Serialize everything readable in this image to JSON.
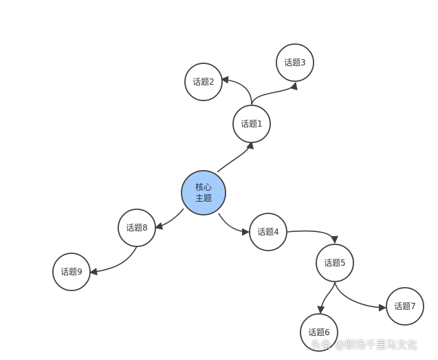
{
  "diagram": {
    "core": {
      "lines": [
        "核心",
        "主题"
      ],
      "fill": "#a5cdfb",
      "stroke": "#3f3f3f"
    },
    "topics": [
      {
        "id": "t1",
        "label": "话题1"
      },
      {
        "id": "t2",
        "label": "话题2"
      },
      {
        "id": "t3",
        "label": "话题3"
      },
      {
        "id": "t4",
        "label": "话题4"
      },
      {
        "id": "t5",
        "label": "话题5"
      },
      {
        "id": "t6",
        "label": "话题6"
      },
      {
        "id": "t7",
        "label": "话题7"
      },
      {
        "id": "t8",
        "label": "话题8"
      },
      {
        "id": "t9",
        "label": "话题9"
      }
    ],
    "edges": [
      [
        "core",
        "t1"
      ],
      [
        "t1",
        "t2"
      ],
      [
        "t1",
        "t3"
      ],
      [
        "core",
        "t4"
      ],
      [
        "t4",
        "t5"
      ],
      [
        "t5",
        "t6"
      ],
      [
        "t5",
        "t7"
      ],
      [
        "core",
        "t8"
      ],
      [
        "t8",
        "t9"
      ]
    ],
    "colors": {
      "node_fill": "#ffffff",
      "node_stroke": "#3f3f3f",
      "edge": "#3f3f3f"
    }
  },
  "watermark": "头条 @职场千里马文化"
}
